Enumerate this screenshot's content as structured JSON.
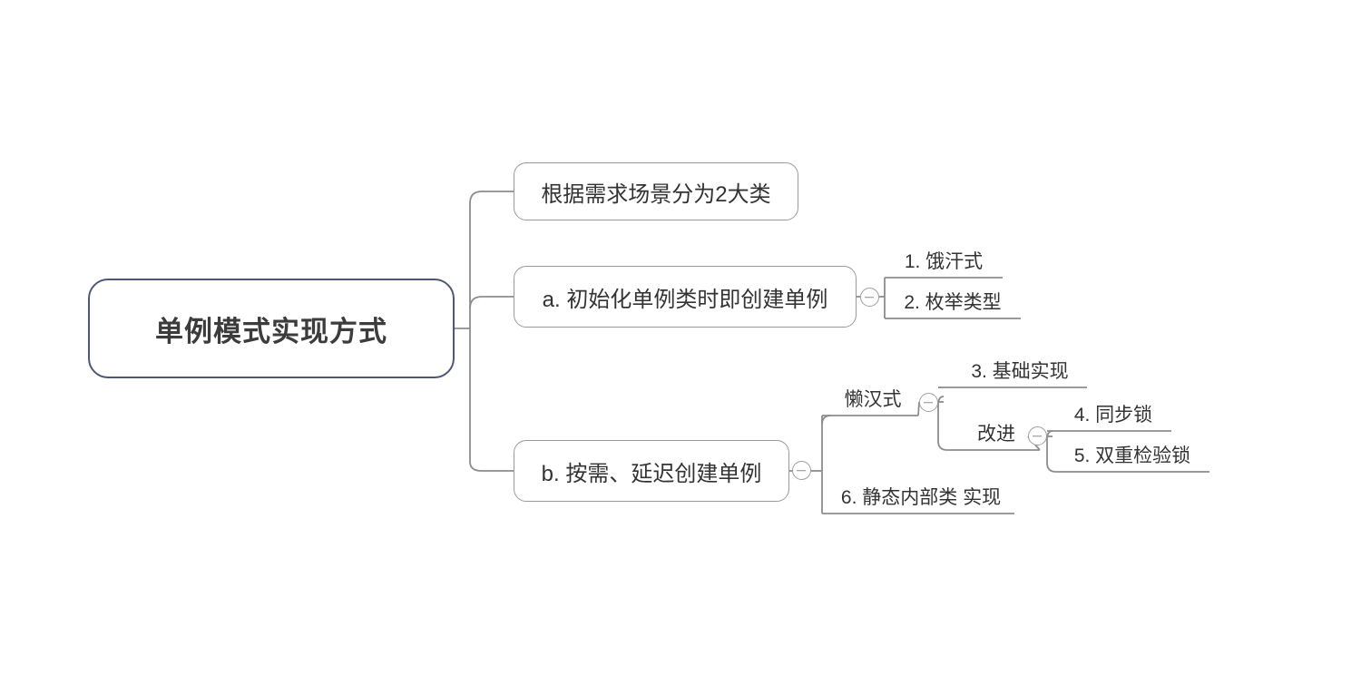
{
  "diagram": {
    "type": "mind-map",
    "background_color": "#ffffff",
    "root_border_color": "#4d5878",
    "branch_border_color": "#9a9a9a",
    "connector_color": "#8d8d8d",
    "text_color": "#333333"
  },
  "root": {
    "label": "单例模式实现方式"
  },
  "branches": [
    {
      "id": "b1",
      "label": "根据需求场景分为2大类",
      "children": []
    },
    {
      "id": "b2",
      "label": "a. 初始化单例类时即创建单例",
      "collapse_icon": "minus-circle-icon",
      "children": [
        {
          "id": "c1",
          "label": "1. 饿汗式"
        },
        {
          "id": "c2",
          "label": "2. 枚举类型"
        }
      ]
    },
    {
      "id": "b3",
      "label": "b. 按需、延迟创建单例",
      "collapse_icon": "minus-circle-icon",
      "children": [
        {
          "id": "c3",
          "label": "懒汉式",
          "collapse_icon": "minus-circle-icon",
          "children": [
            {
              "id": "c5",
              "label": "3. 基础实现"
            },
            {
              "id": "c6",
              "label": "改进",
              "collapse_icon": "minus-circle-icon",
              "children": [
                {
                  "id": "c7",
                  "label": "4. 同步锁"
                },
                {
                  "id": "c8",
                  "label": "5. 双重检验锁"
                }
              ]
            }
          ]
        },
        {
          "id": "c4",
          "label": "6. 静态内部类 实现"
        }
      ]
    }
  ]
}
